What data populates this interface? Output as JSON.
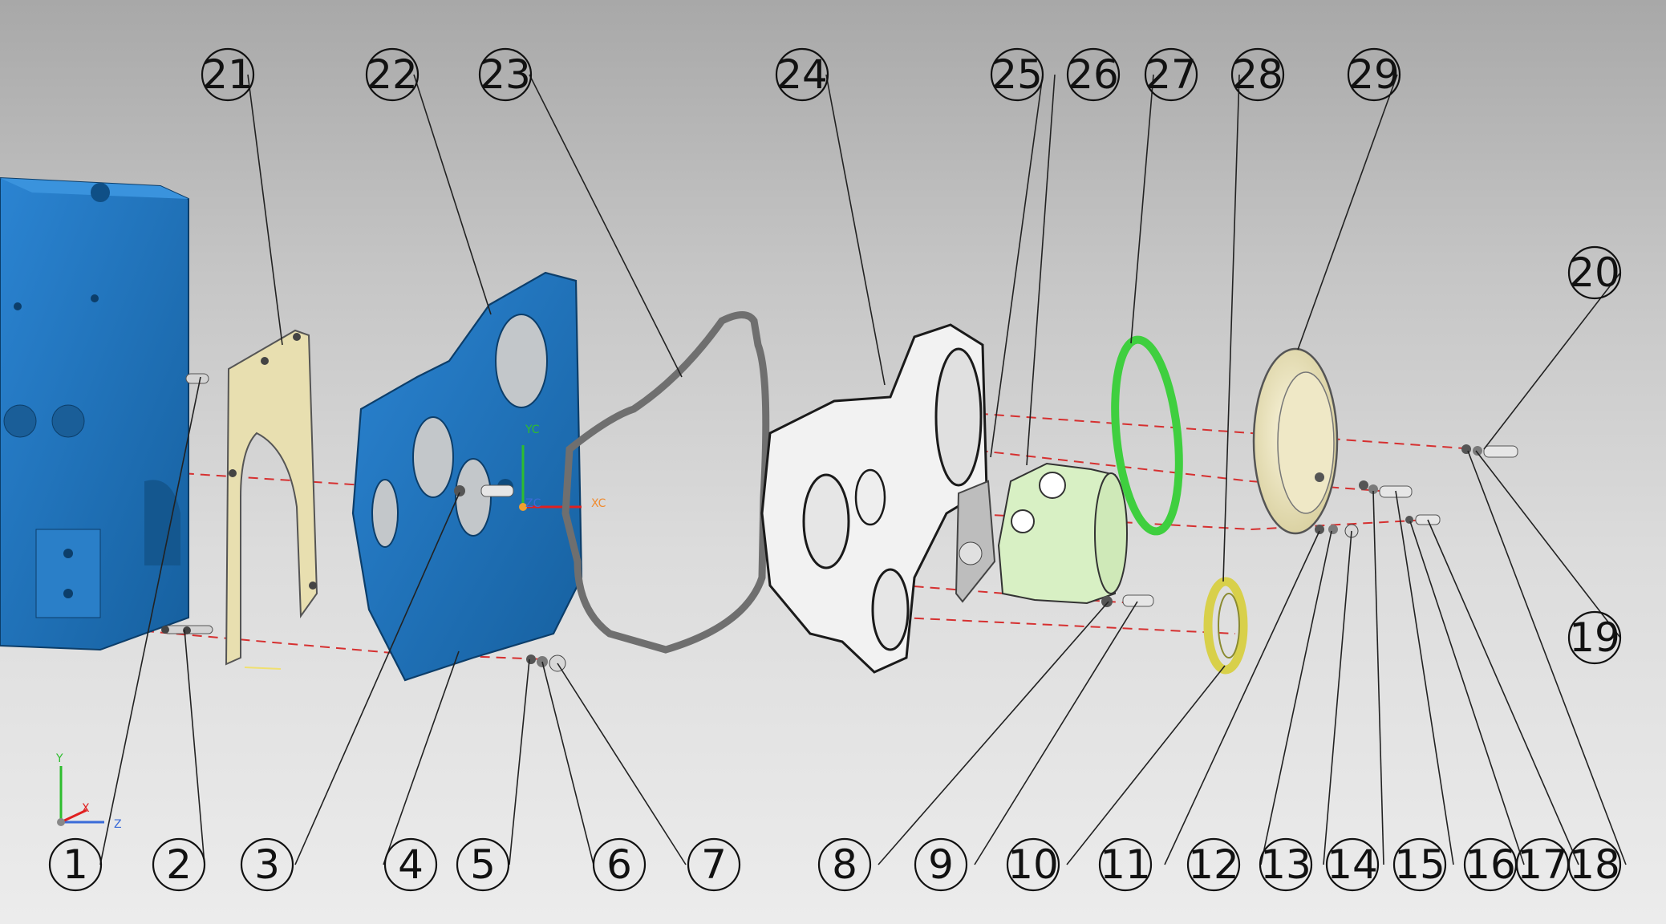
{
  "diagram": {
    "kind": "exploded-assembly",
    "balloons_top": [
      "21",
      "22",
      "23",
      "24",
      "25",
      "26",
      "27",
      "28",
      "29"
    ],
    "balloons_right": [
      "20",
      "19"
    ],
    "balloons_bottom": [
      "1",
      "2",
      "3",
      "4",
      "5",
      "6",
      "7",
      "8",
      "9",
      "10",
      "11",
      "12",
      "13",
      "14",
      "15",
      "16",
      "17",
      "18"
    ],
    "wcs_labels": {
      "yc": "YC",
      "xc": "XC",
      "zc": "ZC"
    },
    "triad_labels": {
      "y": "Y",
      "x": "X",
      "z": "Z"
    },
    "colors": {
      "block": "#1e6fb8",
      "front_plate": "#1f73c4",
      "gasket_beige": "#e8dfb0",
      "pump_green": "#d8f0c4",
      "ring_green": "#3fcf3f",
      "seal_yellow": "#d8d04a",
      "cover_cream": "#efe8c6",
      "center_line": "#d63030"
    }
  }
}
